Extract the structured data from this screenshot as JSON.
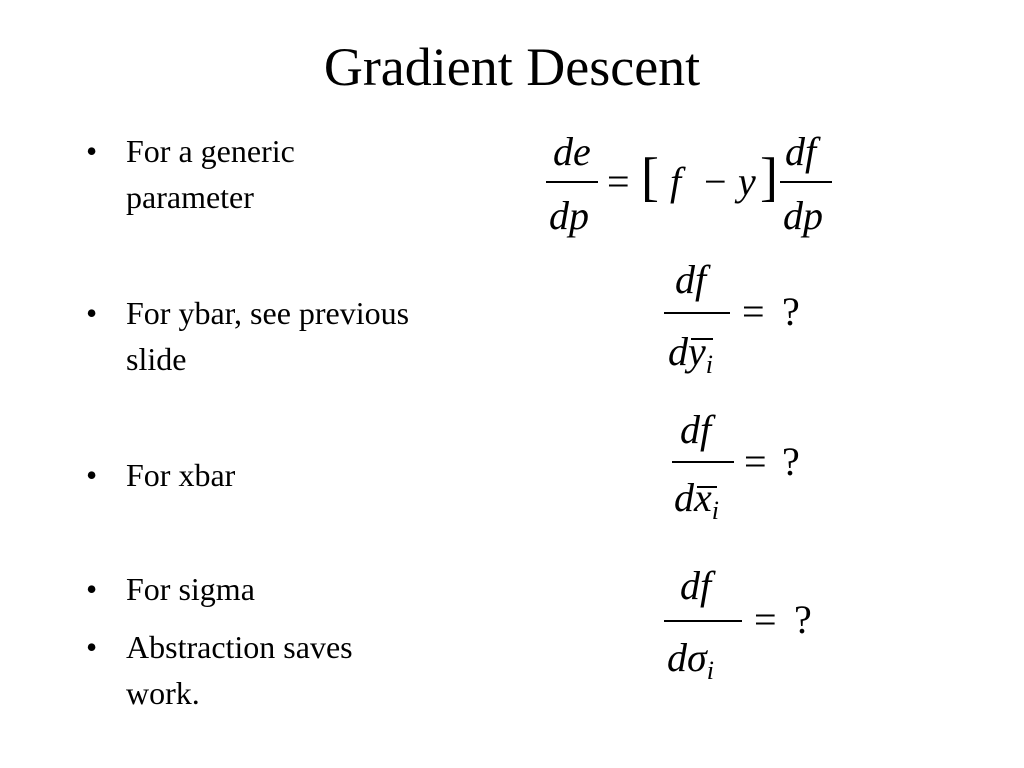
{
  "slide": {
    "title": "Gradient Descent"
  },
  "bullets": [
    {
      "marker": "•",
      "text_lines": [
        "For a generic",
        "parameter"
      ]
    },
    {
      "marker": "•",
      "text_lines": [
        "For ybar, see previous",
        "slide"
      ]
    },
    {
      "marker": "•",
      "text_lines": [
        "For xbar"
      ]
    },
    {
      "marker": "•",
      "text_lines": [
        "For sigma"
      ]
    },
    {
      "marker": "•",
      "text_lines": [
        "Abstraction saves",
        "work."
      ]
    }
  ],
  "equations": {
    "eq1": {
      "num_left": "de",
      "den_left": "dp",
      "equals": "=",
      "lbracket": "[",
      "f": "f",
      "minus": "−",
      "y": "y",
      "rbracket": "]",
      "num_right": "df",
      "den_right": "dp"
    },
    "eq2": {
      "num": "df",
      "den_d": "d",
      "den_var": "y",
      "den_sub": "i",
      "equals": "=",
      "rhs": "?"
    },
    "eq3": {
      "num": "df",
      "den_d": "d",
      "den_var": "x",
      "den_sub": "i",
      "equals": "=",
      "rhs": "?"
    },
    "eq4": {
      "num": "df",
      "den_d": "d",
      "den_var": "σ",
      "den_sub": "i",
      "equals": "=",
      "rhs": "?"
    }
  }
}
